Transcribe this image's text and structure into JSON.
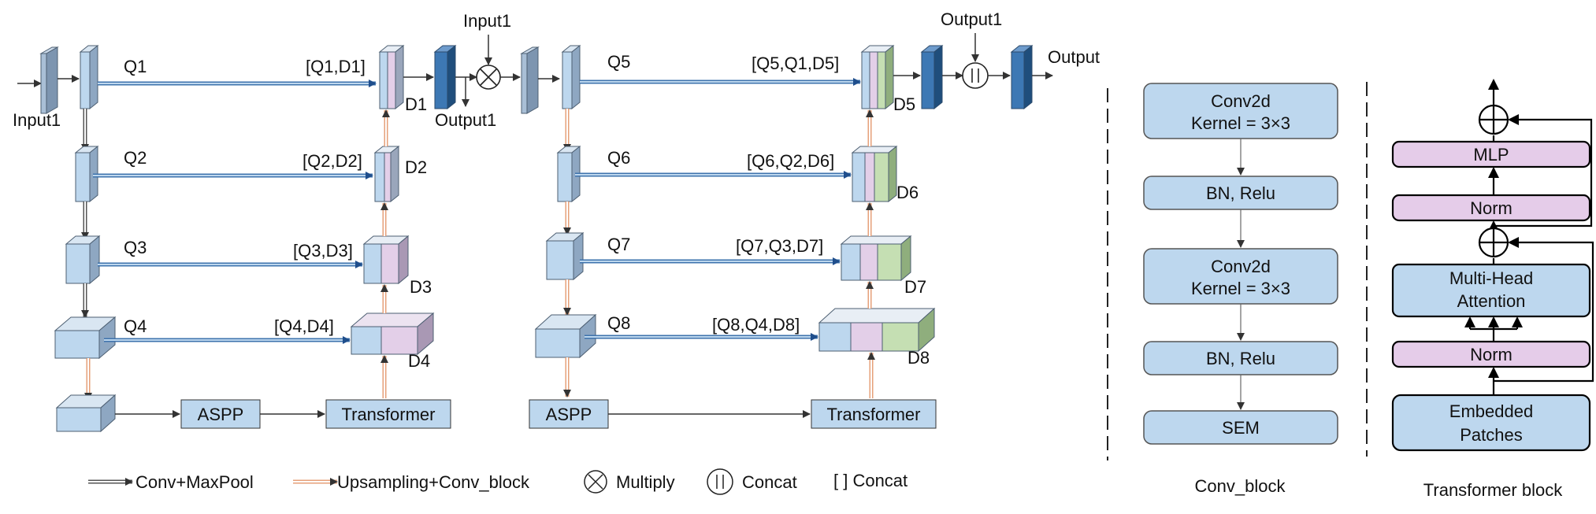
{
  "network": {
    "input1_top": "Input1",
    "input1_left": "Input1",
    "output1_top": "Output1",
    "output1_mid": "Output1",
    "output": "Output",
    "skip": {
      "q1": "Q1",
      "q2": "Q2",
      "q3": "Q3",
      "q4": "Q4",
      "q5": "Q5",
      "q6": "Q6",
      "q7": "Q7",
      "q8": "Q8"
    },
    "concat": {
      "c1": "[Q1,D1]",
      "c2": "[Q2,D2]",
      "c3": "[Q3,D3]",
      "c4": "[Q4,D4]",
      "c5": "[Q5,Q1,D5]",
      "c6": "[Q6,Q2,D6]",
      "c7": "[Q7,Q3,D7]",
      "c8": "[Q8,Q4,D8]"
    },
    "decoder": {
      "d1": "D1",
      "d2": "D2",
      "d3": "D3",
      "d4": "D4",
      "d5": "D5",
      "d6": "D6",
      "d7": "D7",
      "d8": "D8"
    },
    "aspp": "ASPP",
    "transformer": "Transformer"
  },
  "legend": {
    "conv_maxpool": "Conv+MaxPool",
    "upsampling": "Upsampling+Conv_block",
    "multiply": "Multiply",
    "concat_op": "Concat",
    "bracket_concat": "[ ] Concat"
  },
  "conv_block": {
    "caption": "Conv_block",
    "conv2d_a": "Conv2d",
    "kernel_a": "Kernel = 3×3",
    "bn_relu_a": "BN, Relu",
    "conv2d_b": "Conv2d",
    "kernel_b": "Kernel = 3×3",
    "bn_relu_b": "BN, Relu",
    "sem": "SEM"
  },
  "transformer_block": {
    "caption": "Transformer block",
    "mlp": "MLP",
    "norm_top": "Norm",
    "mha_line1": "Multi-Head",
    "mha_line2": "Attention",
    "norm_bottom": "Norm",
    "emb_line1": "Embedded",
    "emb_line2": "Patches"
  },
  "colors": {
    "block_fill": "#bdd7ee",
    "block_stroke": "#4d5f72",
    "deep_blue": "#3d78b4",
    "pink": "#e3cfe8",
    "green": "#c5dfb3",
    "orange_arrow": "#e6a07a",
    "skip_blue": "#3e73ad",
    "purple": "#e5cce9"
  }
}
